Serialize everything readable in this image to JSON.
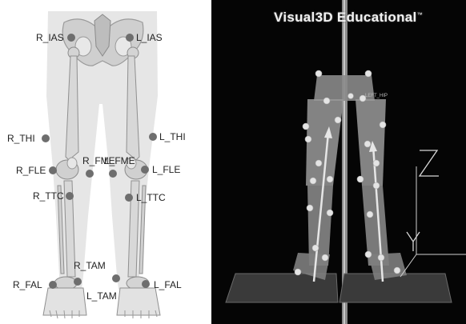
{
  "anatomy_panel": {
    "marker_labels": {
      "r_ias": "R_IAS",
      "l_ias": "L_IAS",
      "r_thi": "R_THI",
      "l_thi": "L_THI",
      "r_fme": "R_FME",
      "l_fme": "L_FME",
      "r_fle": "R_FLE",
      "l_fle": "L_FLE",
      "r_ttc": "R_TTC",
      "l_ttc": "L_TTC",
      "r_tam": "R_TAM",
      "l_tam": "L_TAM",
      "r_fal": "R_FAL",
      "l_fal": "L_FAL"
    }
  },
  "viewer_panel": {
    "title": "Visual3D Educational",
    "trademark": "™",
    "hip_label": "LEFT_HIP",
    "axis_labels": {
      "z": "Z",
      "y": "Y"
    }
  },
  "colors": {
    "marker": "#6e6e6e",
    "viewer_background": "#050505",
    "segment": "#a8a8a8",
    "force_plate": "#3a3a3a"
  }
}
